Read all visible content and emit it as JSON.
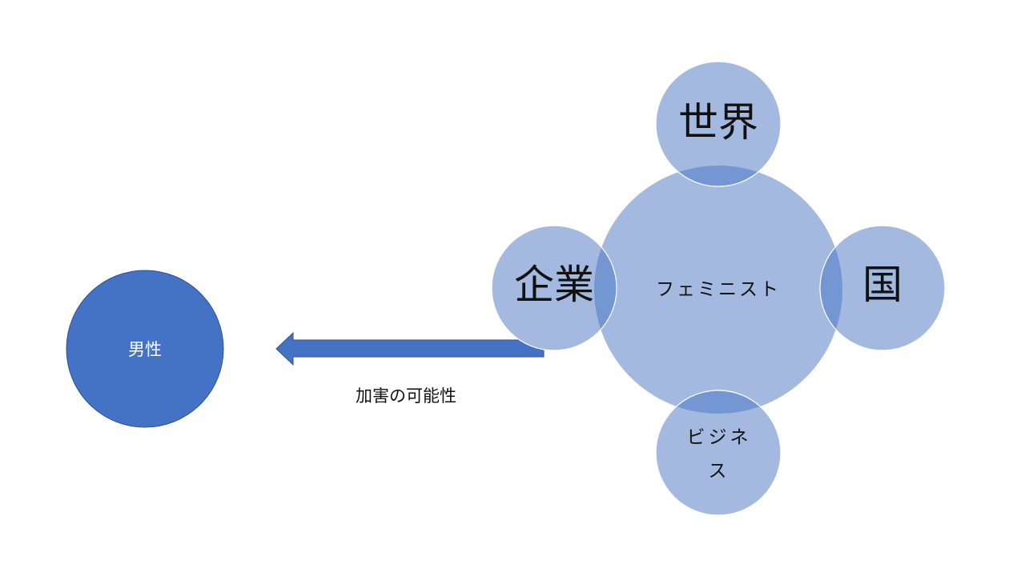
{
  "colors": {
    "light_fill": "#a3b9e0",
    "overlap_fill": "#7496d2",
    "dark_fill": "#4472c4",
    "dark_stroke": "#2f528f",
    "white_text": "#ffffff",
    "dark_text": "#111111"
  },
  "nodes": {
    "male": "男性",
    "feminist": "フェミニスト",
    "world": "世界",
    "company": "企業",
    "country": "国",
    "business": "ビジネス"
  },
  "arrow": {
    "label": "加害の可能性",
    "direction": "left"
  }
}
